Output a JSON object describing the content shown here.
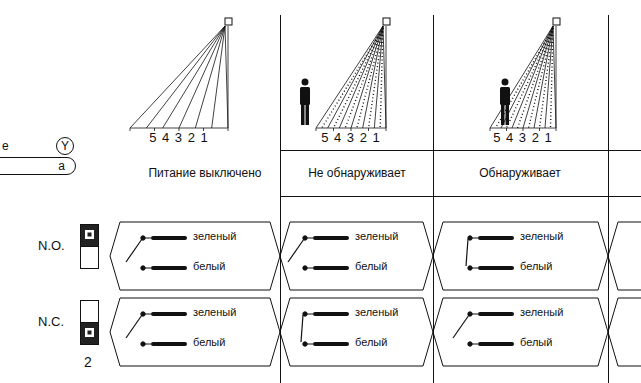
{
  "diagram": {
    "nodes": [
      {
        "text": [
          "Y"
        ]
      },
      {
        "text": [
          "а"
        ]
      }
    ],
    "labels": [
      "е",
      "5 4 3 2 1",
      "5 4 3 2 1",
      "5 4 3 2 1",
      "Питание выключено",
      "Не обнаруживает",
      "Обнаруживает",
      "N.O.",
      "N.C.",
      "2",
      "зеленый",
      "белый",
      "зеленый",
      "белый",
      "зеленый",
      "белый",
      "зеленый",
      "белый",
      "зеленый",
      "белый",
      "зеленый",
      "белый"
    ]
  }
}
